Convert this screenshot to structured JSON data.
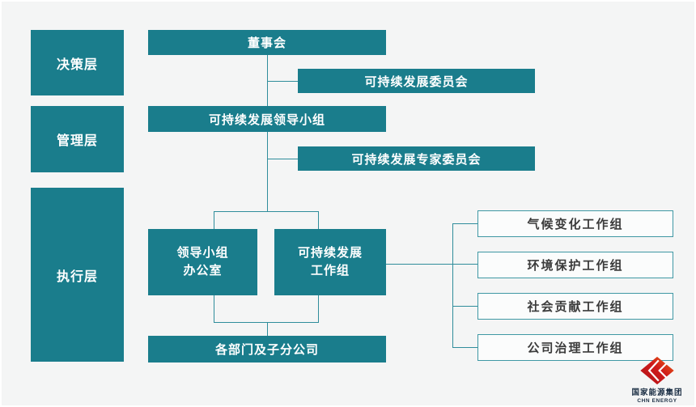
{
  "colors": {
    "background": "#f4f5f5",
    "node_teal": "#1a7d8c",
    "line_teal": "#2f8d9b",
    "wg_border_teal": "#3f98a4",
    "wg_text": "#3b3b3b",
    "logo_red": "#cf1b1b",
    "logo_orange": "#ec6a10",
    "logo_text": "#1c2f45"
  },
  "layers": [
    {
      "label": "决策层"
    },
    {
      "label": "管理层"
    },
    {
      "label": "执行层"
    }
  ],
  "nodes": {
    "board": "董事会",
    "sd_committee": "可持续发展委员会",
    "leading_group": "可持续发展领导小组",
    "expert_committee": "可持续发展专家委员会",
    "lg_office_line1": "领导小组",
    "lg_office_line2": "办公室",
    "sd_working_line1": "可持续发展",
    "sd_working_line2": "工作组",
    "departments": "各部门及子分公司"
  },
  "working_groups": [
    {
      "label": "气候变化工作组"
    },
    {
      "label": "环境保护工作组"
    },
    {
      "label": "社会贡献工作组"
    },
    {
      "label": "公司治理工作组"
    }
  ],
  "logo": {
    "name_cn": "国家能源集团",
    "name_en": "CHN ENERGY"
  }
}
